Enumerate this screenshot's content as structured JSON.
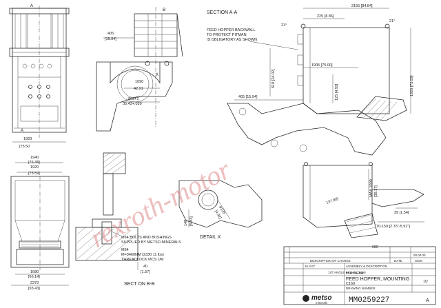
{
  "section_aa": {
    "title": "SECTION A-A",
    "marker_b": "B"
  },
  "notes": {
    "feed_hopper_1": "FEED HOPPER BACKWALL",
    "feed_hopper_2": "TO PROTECT PITMAN",
    "feed_hopper_3": "IS OBLIGATORY AS SHOWN"
  },
  "dims": {
    "d2155": "2155 [84.84]",
    "d225": "225 [8.86]",
    "d21a": "21°",
    "d21b": "21°",
    "d405a": "405",
    "d405a_in": "[15.94]",
    "d1090": "1090",
    "d1090_in": "42.91",
    "d903": "903+1",
    "d903_in": "35.43+.039",
    "d610": "610 [24.02]",
    "d1905": "1905 [75.00]",
    "d125": "125 [4.92]",
    "d1920": "1920 [75.59]",
    "d405b": "405 [15.94]",
    "d1929": "1929",
    "d1929_in": "[75.50",
    "d1940": "1940",
    "d1940_in": "[76.38]",
    "d1920b": "1920",
    "d1920b_in": "[75.59]",
    "d1680": "1680",
    "d1680_in": "[66.14]",
    "d2373": "2373",
    "d2373_in": "[93.43]",
    "d40": "40",
    "d40_in": "[1.57]",
    "d148": "148",
    "d148_in": "[5.83]",
    "d125b": "ø125",
    "d125b_in": "[4.92]",
    "d1000": "MAX 1000",
    "d1000_in": "[39.37]",
    "d137": "137.80]",
    "d39": "39 [1.54]",
    "d70": "70-150 [2.76\"-5.91\"]",
    "d600": "600"
  },
  "labels": {
    "marker_a_top": "A",
    "marker_a_bot": "A",
    "marker_x": "X",
    "detail_x": "DETAIL X",
    "section_bb": "SECT ON B-B",
    "bolts_1": "M64 BOLTS AND BUSHINGS",
    "bolts_2": "SUPPLIED BY METSO MINERALS",
    "m64_1": "M64",
    "m64_2": "M=3460NM (2330 11 lbs)",
    "m64_3": "THREADLOCK MCS UM"
  },
  "title_block": {
    "drawing_title": "FEED HOPPER, MOUNTING",
    "model": "C160",
    "drawing_number": "MM0259227",
    "brand": "metso",
    "brand_sub": "minerals",
    "sheet": "1/2",
    "rev": "A",
    "description_of_change": "DESCRIPTION OF CHANGE",
    "assembly_label": "ASSEMBLY & DESCRIPTION",
    "part_name_label": "PART NAME",
    "drawing_number_label": "DRAWING NUMBER",
    "date_label": "DATE",
    "sign_label": "SIGN",
    "date_1": "16.3.07",
    "date_2": "00.00.00",
    "projection": "1ST ANGLE PROJECTION"
  },
  "watermark": "rexroth-motor"
}
